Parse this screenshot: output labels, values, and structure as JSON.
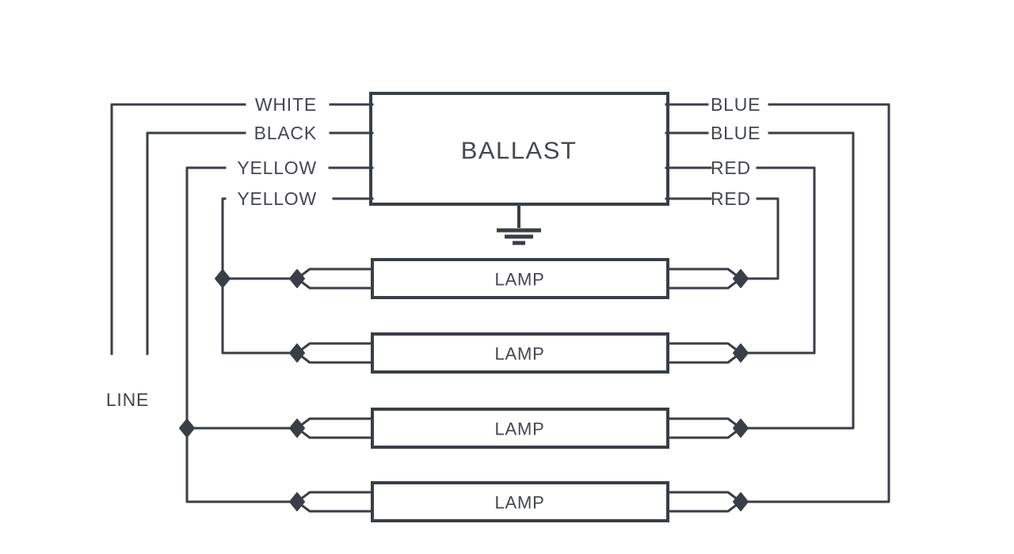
{
  "diagram": {
    "ballast": {
      "label": "BALLAST"
    },
    "line": {
      "label": "LINE"
    },
    "ballast_wires": {
      "white": "WHITE",
      "black": "BLACK",
      "yellow1": "YELLOW",
      "yellow2": "YELLOW",
      "blue1": "BLUE",
      "blue2": "BLUE",
      "red1": "RED",
      "red2": "RED"
    },
    "lamps": [
      {
        "label": "LAMP"
      },
      {
        "label": "LAMP"
      },
      {
        "label": "LAMP"
      },
      {
        "label": "LAMP"
      }
    ],
    "colors": {
      "wire": "#3a3e46",
      "text": "#44474d",
      "background": "#ffffff"
    }
  }
}
